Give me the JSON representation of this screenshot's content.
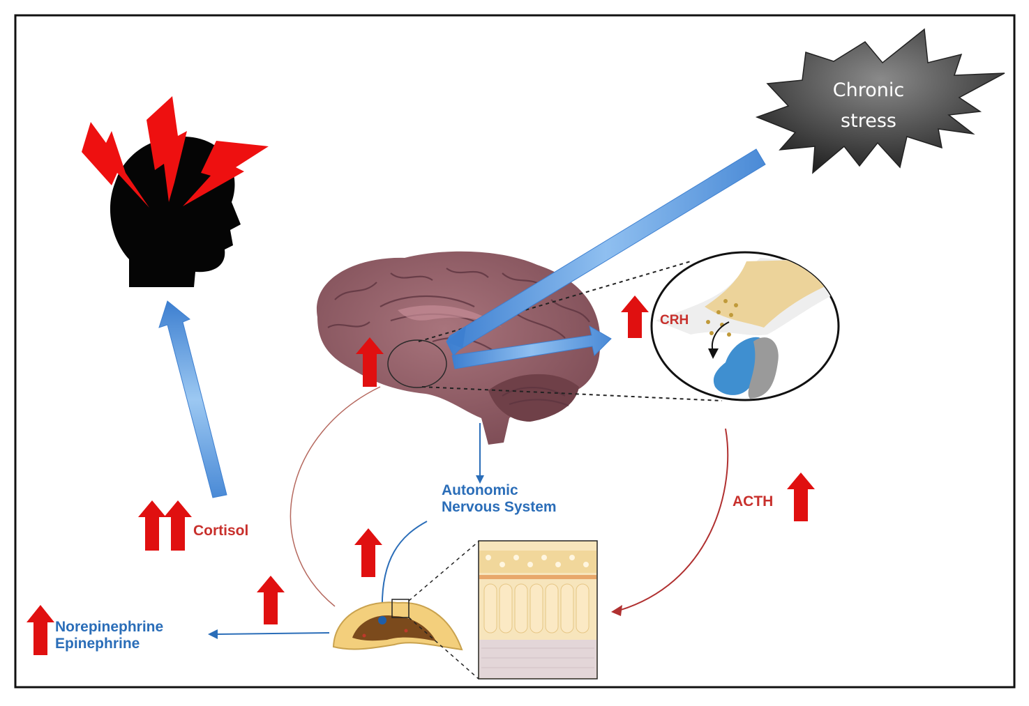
{
  "diagram": {
    "stressor": {
      "line1": "Chronic",
      "line2": "stress"
    },
    "nervous_system": {
      "line1": "Autonomic",
      "line2": "Nervous System"
    },
    "hormones": {
      "crh": "CRH",
      "acth": "ACTH",
      "cortisol": "Cortisol",
      "norepinephrine": "Norepinephrine",
      "epinephrine": "Epinephrine"
    }
  },
  "colors": {
    "increase_arrow": "#e01010",
    "pathway_arrow": "#4a90d8",
    "hormone_red_text": "#c8302c",
    "nervous_blue_text": "#2a6db8",
    "brain": "#8b5a62",
    "adrenal_cortex": "#f3cf7c",
    "adrenal_medulla": "#7b4a1c",
    "stress_burst": "#4a4a4a"
  },
  "icons": [
    "head-silhouette-icon",
    "lightning-bolt-icon",
    "brain-icon",
    "starburst-icon",
    "hypothalamus-pituitary-inset",
    "adrenal-gland-icon",
    "adrenal-cortex-tissue-inset"
  ]
}
